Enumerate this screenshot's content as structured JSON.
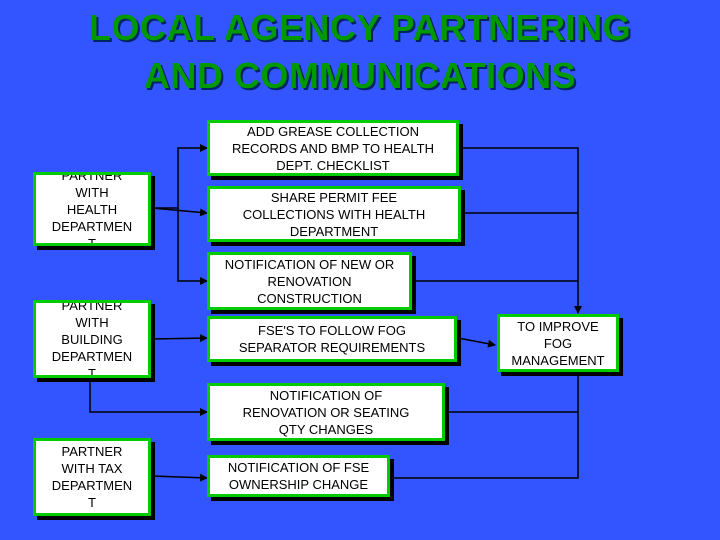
{
  "title": {
    "line1": "LOCAL AGENCY PARTNERING",
    "line2": "AND COMMUNICATIONS"
  },
  "partners": {
    "health": "PARTNER\nWITH\nHEALTH\nDEPARTMEN\nT",
    "building": "PARTNER\nWITH\nBUILDING\nDEPARTMEN\nT",
    "tax": "PARTNER\nWITH TAX\nDEPARTMEN\nT"
  },
  "actions": {
    "grease_records": "ADD GREASE COLLECTION\nRECORDS AND BMP TO HEALTH\nDEPT. CHECKLIST",
    "permit_fee": "SHARE PERMIT FEE\nCOLLECTIONS WITH HEALTH\nDEPARTMENT",
    "new_construction": "NOTIFICATION OF NEW OR\nRENOVATION\nCONSTRUCTION",
    "fog_separator": "FSE'S TO FOLLOW FOG\nSEPARATOR REQUIREMENTS",
    "seating_qty": "NOTIFICATION OF\nRENOVATION OR SEATING\nQTY CHANGES",
    "ownership": "NOTIFICATION OF FSE\nOWNERSHIP CHANGE"
  },
  "goal": "TO IMPROVE\nFOG\nMANAGEMENT",
  "colors": {
    "background": "#3355FF",
    "box_border": "#00CC00",
    "title": "#009900",
    "lines": "#000000"
  }
}
